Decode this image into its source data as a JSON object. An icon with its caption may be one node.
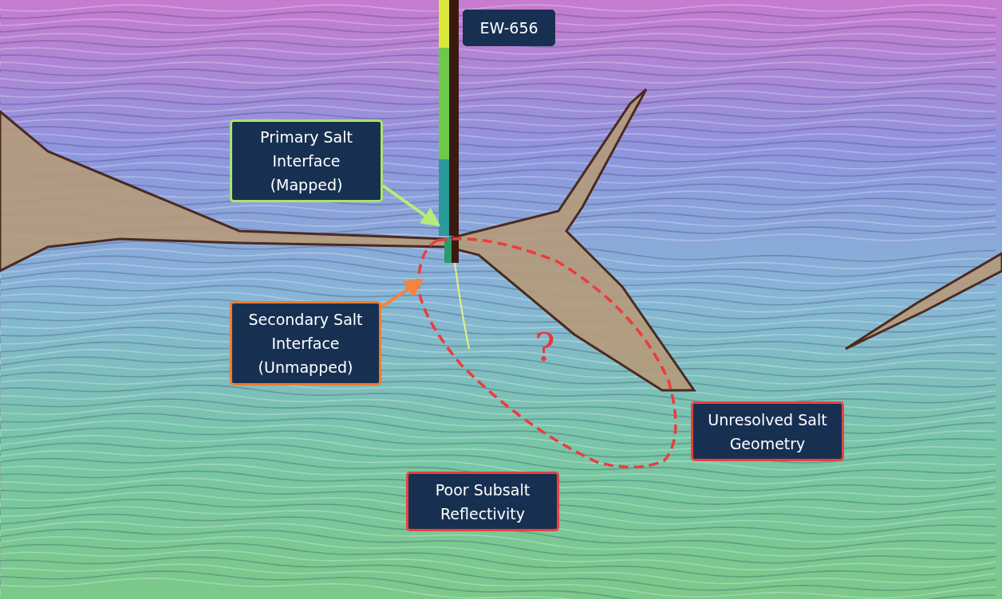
{
  "diagram": {
    "nodes": [
      {
        "text": [],
        "shape": "picture"
      },
      {
        "text": [
          "EW-656"
        ]
      },
      {
        "text": [
          "Primary Salt Interface (Mapped)"
        ]
      },
      {
        "text": [
          "Secondary Salt Interface (Unmapped)"
        ]
      },
      {
        "text": [
          "?"
        ]
      },
      {
        "text": [
          "Unresolved Salt Geometry"
        ]
      },
      {
        "text": [
          "Poor Subsalt Reflectivity"
        ]
      }
    ],
    "edges": [
      {
        "from": 2,
        "to": 0,
        "arrow": "to",
        "color": "#b4ec78"
      },
      {
        "from": 3,
        "to": 4,
        "arrow": "to",
        "color": "#f5843a"
      }
    ]
  }
}
